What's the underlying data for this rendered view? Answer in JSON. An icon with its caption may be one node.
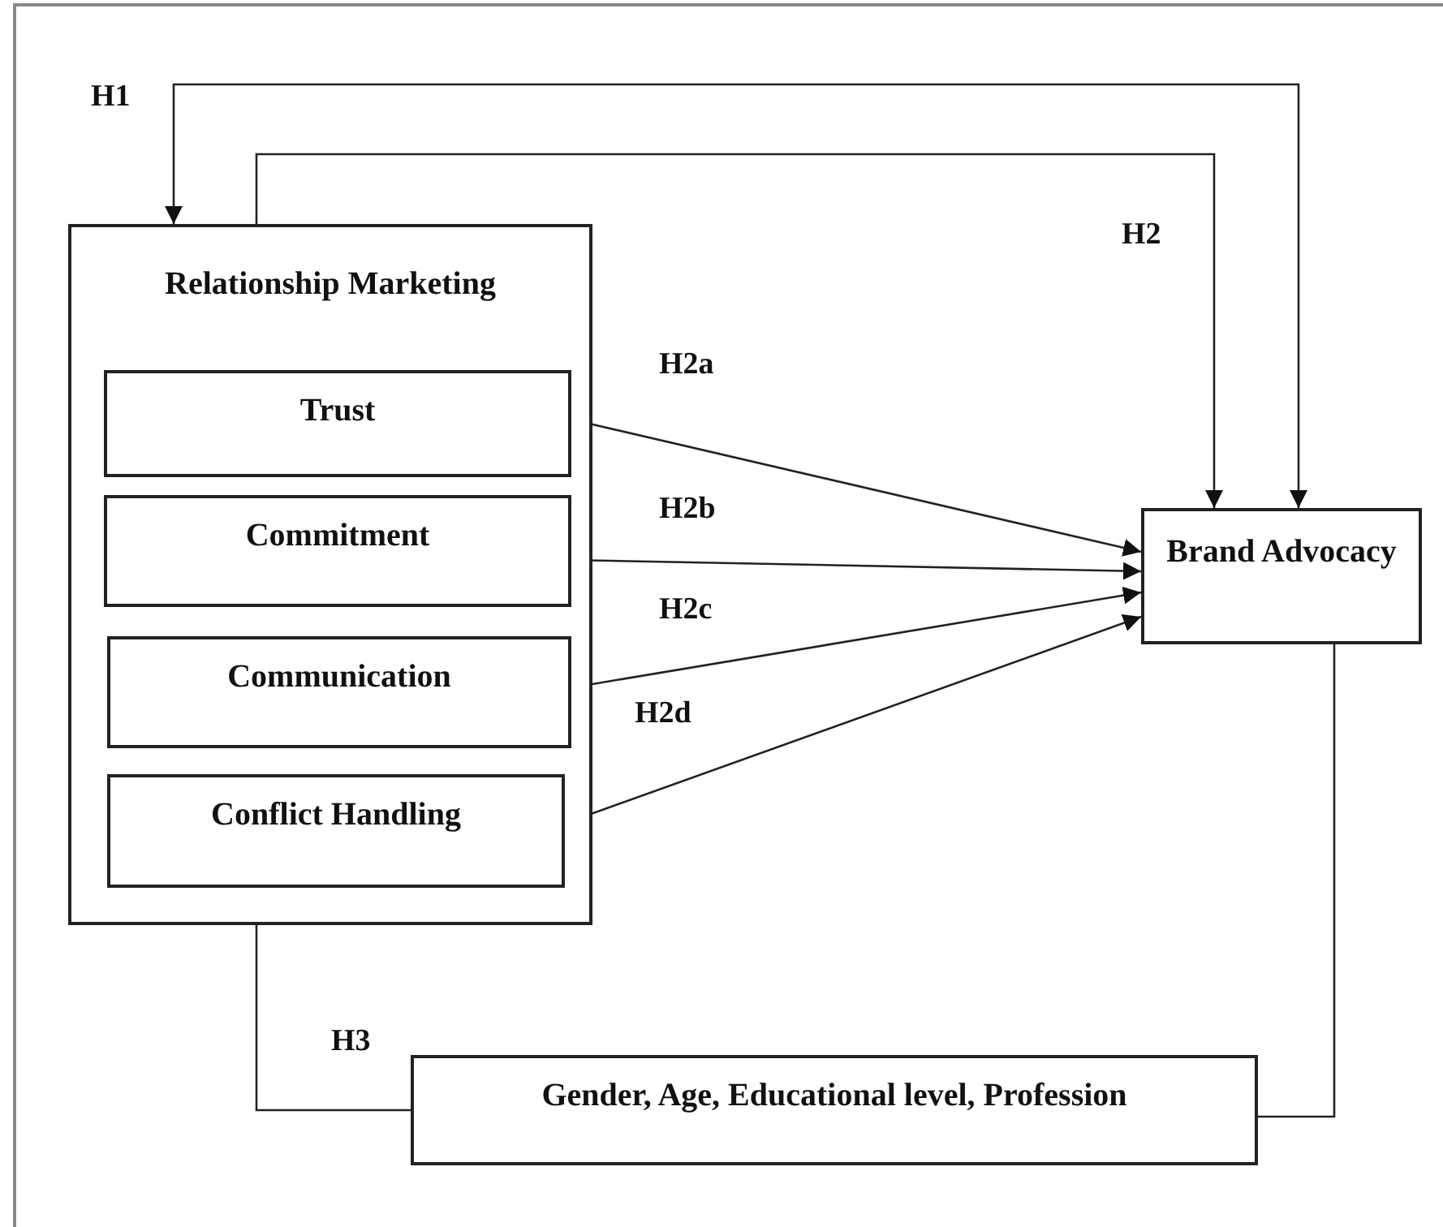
{
  "diagram": {
    "nodes": [
      {
        "text": [
          "Relationship Marketing"
        ]
      },
      {
        "text": [
          "Trust"
        ],
        "in": 0
      },
      {
        "text": [
          "Commitment"
        ],
        "in": 0
      },
      {
        "text": [
          "Communication"
        ],
        "in": 0
      },
      {
        "text": [
          "Conflict Handling"
        ],
        "in": 0
      },
      {
        "text": [
          "Brand Advocacy"
        ]
      },
      {
        "text": [
          "Gender, Age, Educational level, Profession"
        ]
      }
    ],
    "edges": [
      {
        "from": 5,
        "to": 0,
        "arrow": "both",
        "label": "H1"
      },
      {
        "from": 0,
        "to": 5,
        "arrow": "to",
        "label": "H2"
      },
      {
        "from": 1,
        "to": 5,
        "arrow": "to",
        "label": "H2a"
      },
      {
        "from": 2,
        "to": 5,
        "arrow": "to",
        "label": "H2b"
      },
      {
        "from": 3,
        "to": 5,
        "arrow": "to",
        "label": "H2c"
      },
      {
        "from": 4,
        "to": 5,
        "arrow": "to",
        "label": "H2d"
      },
      {
        "from": 0,
        "to": 6,
        "arrow": "none",
        "label": "H3"
      },
      {
        "from": 6,
        "to": 5,
        "arrow": "none"
      }
    ]
  }
}
